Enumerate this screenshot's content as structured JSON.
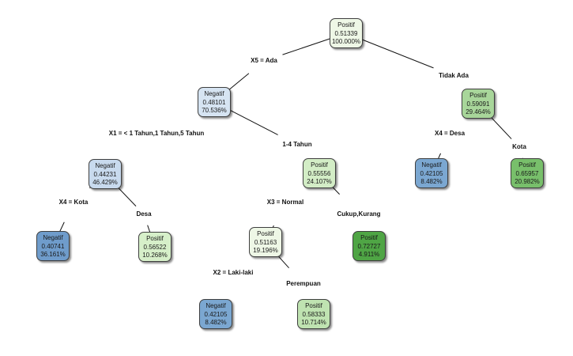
{
  "nodes": [
    {
      "id": "n1",
      "label": "Positif",
      "value": "0.51339",
      "percent": "100.000%",
      "fill": "#eef7e6"
    },
    {
      "id": "n2",
      "label": "Negatif",
      "value": "0.48101",
      "percent": "70.536%",
      "fill": "#d6e4f2"
    },
    {
      "id": "n3",
      "label": "Positif",
      "value": "0.59091",
      "percent": "29.464%",
      "fill": "#a8d69a"
    },
    {
      "id": "n4",
      "label": "Negatif",
      "value": "0.44231",
      "percent": "46.429%",
      "fill": "#c8daee"
    },
    {
      "id": "n5",
      "label": "Positif",
      "value": "0.55556",
      "percent": "24.107%",
      "fill": "#d3edc6"
    },
    {
      "id": "n6",
      "label": "Negatif",
      "value": "0.42105",
      "percent": "8.482%",
      "fill": "#7ba7d1"
    },
    {
      "id": "n7",
      "label": "Positif",
      "value": "0.65957",
      "percent": "20.982%",
      "fill": "#78bf6b"
    },
    {
      "id": "n8",
      "label": "Negatif",
      "value": "0.40741",
      "percent": "36.161%",
      "fill": "#6f9ccb"
    },
    {
      "id": "n9",
      "label": "Positif",
      "value": "0.56522",
      "percent": "10.268%",
      "fill": "#d6efc9"
    },
    {
      "id": "n10",
      "label": "Positif",
      "value": "0.51163",
      "percent": "19.196%",
      "fill": "#eef7e6"
    },
    {
      "id": "n11",
      "label": "Positif",
      "value": "0.72727",
      "percent": "4.911%",
      "fill": "#4fa545"
    },
    {
      "id": "n12",
      "label": "Negatif",
      "value": "0.42105",
      "percent": "8.482%",
      "fill": "#7ba7d1"
    },
    {
      "id": "n13",
      "label": "Positif",
      "value": "0.58333",
      "percent": "10.714%",
      "fill": "#bfe3b1"
    }
  ],
  "edges": [
    {
      "id": "e1",
      "label": "X5 = Ada"
    },
    {
      "id": "e2",
      "label": "Tidak Ada"
    },
    {
      "id": "e3",
      "label": "X1 = < 1 Tahun,1 Tahun,5 Tahun"
    },
    {
      "id": "e4",
      "label": "1-4 Tahun"
    },
    {
      "id": "e5",
      "label": "X4 = Desa"
    },
    {
      "id": "e6",
      "label": "Kota"
    },
    {
      "id": "e7",
      "label": "X4 = Kota"
    },
    {
      "id": "e8",
      "label": "Desa"
    },
    {
      "id": "e9",
      "label": "X3 = Normal"
    },
    {
      "id": "e10",
      "label": "Cukup,Kurang"
    },
    {
      "id": "e11",
      "label": "X2 = Laki-laki"
    },
    {
      "id": "e12",
      "label": "Perempuan"
    }
  ]
}
